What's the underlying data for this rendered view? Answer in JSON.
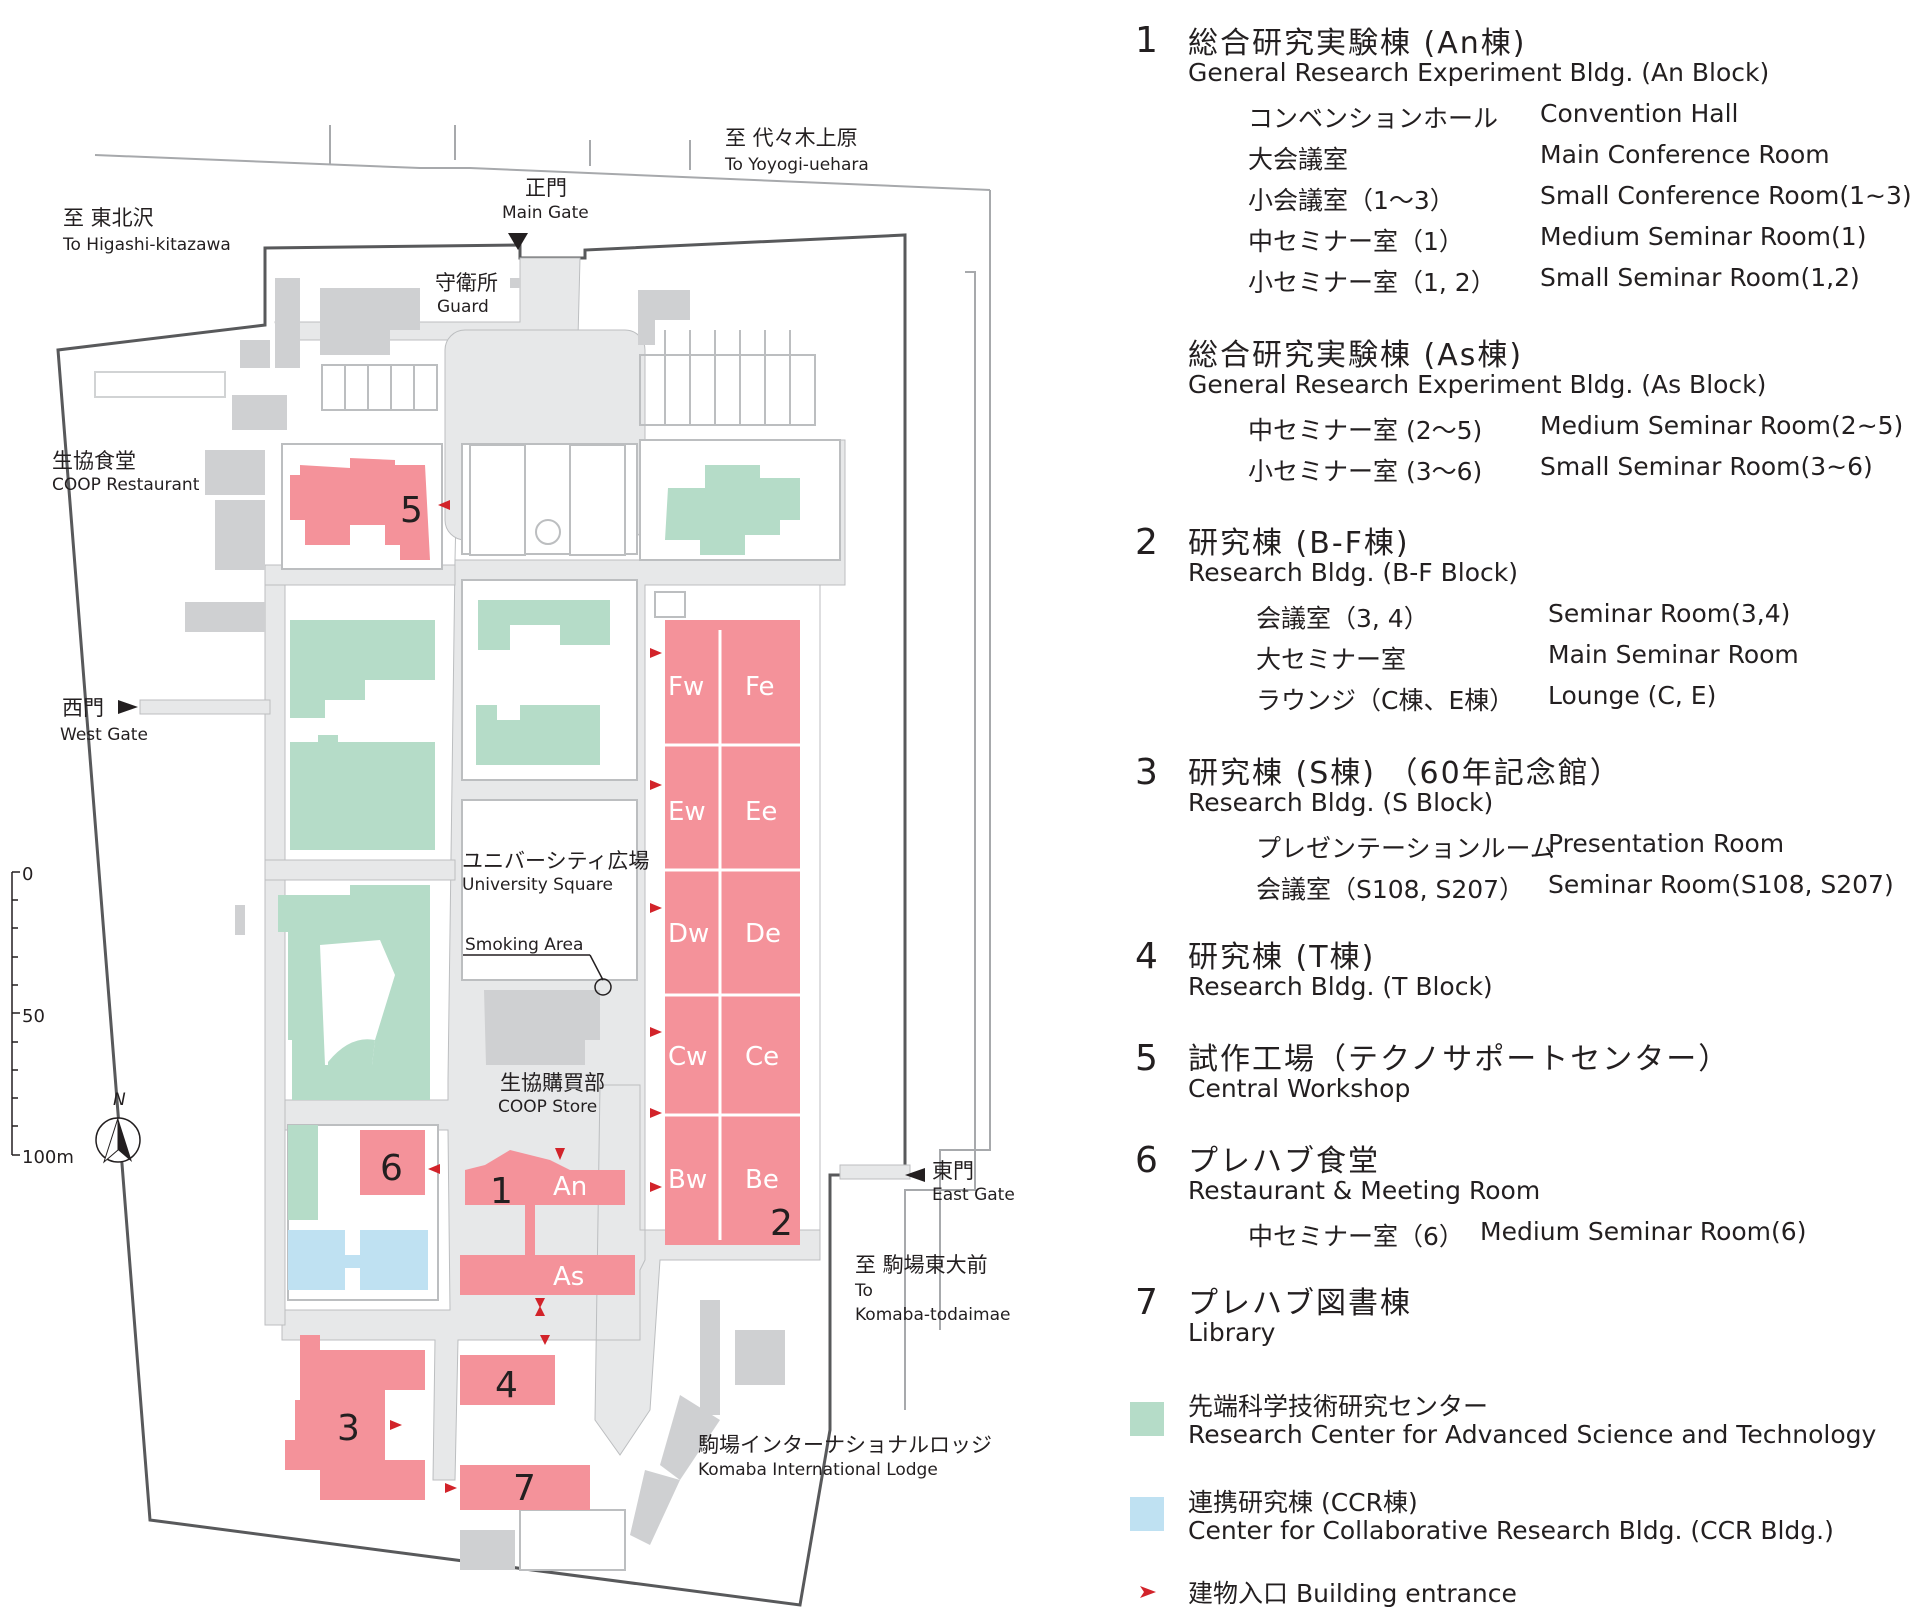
{
  "colors": {
    "facility": "#f4929a",
    "rcast": "#b5dcc8",
    "ccr": "#bfe1f2",
    "other_building": "#cfd0d2",
    "road": "#e7e8e9",
    "outline": "#58595b",
    "entrance_arrow": "#d2232a"
  },
  "map_labels": {
    "to_yoyogi_j": "至 代々木上原",
    "to_yoyogi_e": "To Yoyogi-uehara",
    "to_higashi_j": "至 東北沢",
    "to_higashi_e": "To Higashi-kitazawa",
    "main_gate_j": "正門",
    "main_gate_e": "Main Gate",
    "guard_j": "守衛所",
    "guard_e": "Guard",
    "coop_rest_j": "生協食堂",
    "coop_rest_e": "COOP Restaurant",
    "west_gate_j": "西門",
    "west_gate_e": "West Gate",
    "univ_sq_j": "ユニバーシティ広場",
    "univ_sq_e": "University Square",
    "smoking": "Smoking Area",
    "coop_store_j": "生協購買部",
    "coop_store_e": "COOP Store",
    "east_gate_j": "東門",
    "east_gate_e": "East Gate",
    "to_komaba_j": "至 駒場東大前",
    "to_komaba_e1": "To",
    "to_komaba_e2": "Komaba-todaimae",
    "lodge_j": "駒場インターナショナルロッジ",
    "lodge_e": "Komaba International Lodge",
    "scale_0": "0",
    "scale_50": "50",
    "scale_100": "100m",
    "north": "N"
  },
  "building_labels": {
    "b1": "1",
    "b2": "2",
    "b3": "3",
    "b4": "4",
    "b5": "5",
    "b6": "6",
    "b7": "7",
    "an": "An",
    "as": "As",
    "fw": "Fw",
    "fe": "Fe",
    "ew": "Ew",
    "ee": "Ee",
    "dw": "Dw",
    "de": "De",
    "cw": "Cw",
    "ce": "Ce",
    "bw": "Bw",
    "be": "Be"
  },
  "legend": {
    "items": [
      {
        "num": "1",
        "title_j": "総合研究実験棟 (An棟)",
        "title_e": "General Research Experiment Bldg. (An Block)",
        "rooms": [
          {
            "j": "コンベンションホール",
            "e": "Convention Hall"
          },
          {
            "j": "大会議室",
            "e": "Main Conference Room"
          },
          {
            "j": "小会議室（1〜3）",
            "e": "Small Conference Room(1~3)"
          },
          {
            "j": "中セミナー室（1）",
            "e": "Medium Seminar Room(1)"
          },
          {
            "j": "小セミナー室（1, 2）",
            "e": "Small Seminar Room(1,2)"
          }
        ]
      },
      {
        "num": "",
        "title_j": "総合研究実験棟 (As棟)",
        "title_e": "General Research Experiment Bldg. (As Block)",
        "rooms": [
          {
            "j": "中セミナー室 (2〜5)",
            "e": "Medium Seminar Room(2~5)"
          },
          {
            "j": "小セミナー室 (3〜6)",
            "e": "Small Seminar Room(3~6)"
          }
        ]
      },
      {
        "num": "2",
        "title_j": "研究棟 (B-F棟)",
        "title_e": "Research Bldg. (B-F Block)",
        "rooms": [
          {
            "j": "会議室（3, 4）",
            "e": "Seminar Room(3,4)"
          },
          {
            "j": "大セミナー室",
            "e": "Main Seminar Room"
          },
          {
            "j": "ラウンジ（C棟、E棟）",
            "e": "Lounge (C, E)"
          }
        ]
      },
      {
        "num": "3",
        "title_j": "研究棟 (S棟) （60年記念館）",
        "title_e": "Research Bldg. (S Block)",
        "rooms": [
          {
            "j": "プレゼンテーションルーム",
            "e": "Presentation Room"
          },
          {
            "j": "会議室（S108, S207）",
            "e": "Seminar Room(S108, S207)"
          }
        ]
      },
      {
        "num": "4",
        "title_j": "研究棟 (T棟)",
        "title_e": "Research Bldg. (T Block)",
        "rooms": []
      },
      {
        "num": "5",
        "title_j": "試作工場（テクノサポートセンター）",
        "title_e": "Central Workshop",
        "rooms": []
      },
      {
        "num": "6",
        "title_j": "プレハブ食堂",
        "title_e": "Restaurant & Meeting Room",
        "rooms": [
          {
            "j": "中セミナー室（6）",
            "e": "Medium Seminar Room(6)"
          }
        ]
      },
      {
        "num": "7",
        "title_j": "プレハブ図書棟",
        "title_e": "Library",
        "rooms": []
      }
    ],
    "rcast_j": "先端科学技術研究センター",
    "rcast_e": "Research Center for Advanced Science and Technology",
    "ccr_j": "連携研究棟 (CCR棟)",
    "ccr_e": "Center for Collaborative Research Bldg. (CCR Bldg.)",
    "entrance": "建物入口 Building entrance"
  }
}
